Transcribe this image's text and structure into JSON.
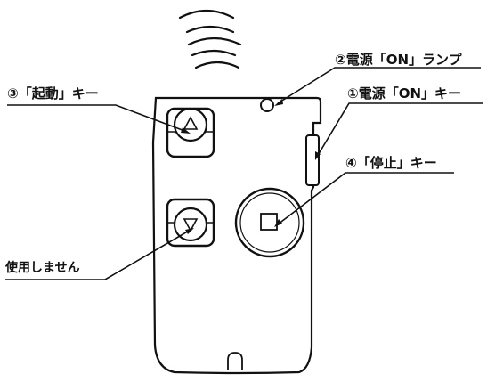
{
  "callouts": {
    "start_key": "③「起動」キー",
    "power_lamp": "②電源「ON」ランプ",
    "power_key": "①電源「ON」キー",
    "stop_key": "④「停止」キー",
    "unused_key": "使用しません"
  },
  "colors": {
    "ink": "#111111",
    "background": "#ffffff"
  }
}
